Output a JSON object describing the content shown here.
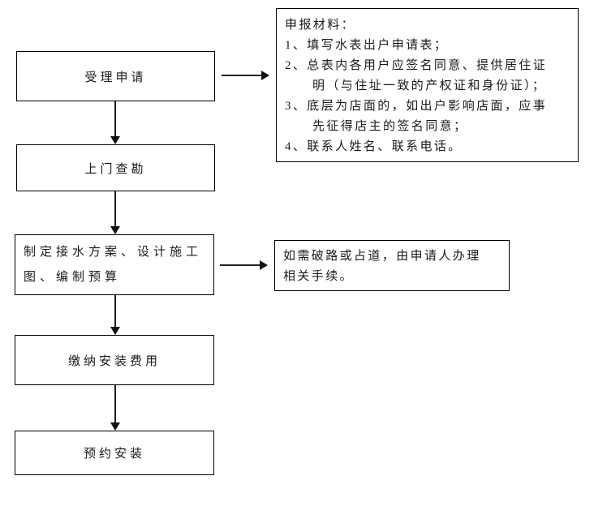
{
  "flow": {
    "steps": [
      {
        "id": "accept-application",
        "lines": [
          "受理申请"
        ]
      },
      {
        "id": "site-survey",
        "lines": [
          "上门查勘"
        ]
      },
      {
        "id": "plan-design-budget",
        "lines": [
          "制定接水方案、设计施工",
          "图、编制预算"
        ]
      },
      {
        "id": "pay-installation-fee",
        "lines": [
          "缴纳安装费用"
        ]
      },
      {
        "id": "schedule-installation",
        "lines": [
          "预约安装"
        ]
      }
    ],
    "notes": [
      {
        "id": "application-materials",
        "lines": [
          "申报材料：",
          "1、填写水表出户申请表；",
          "2、总表内各用户应签名同意、提供居住证",
          "明（与住址一致的产权证和身份证）；",
          "3、底层为店面的，如出户影响店面，应事",
          "先征得店主的签名同意；",
          "4、联系人姓名、联系电话。"
        ]
      },
      {
        "id": "road-occupation-permit",
        "lines": [
          "如需破路或占道，由申请人办理",
          "相关手续。"
        ]
      }
    ],
    "edges": [
      {
        "from": "accept-application",
        "to": "site-survey"
      },
      {
        "from": "site-survey",
        "to": "plan-design-budget"
      },
      {
        "from": "plan-design-budget",
        "to": "pay-installation-fee"
      },
      {
        "from": "pay-installation-fee",
        "to": "schedule-installation"
      },
      {
        "from": "accept-application",
        "to": "application-materials"
      },
      {
        "from": "plan-design-budget",
        "to": "road-occupation-permit"
      }
    ],
    "colors": {
      "line": "#222222",
      "text": "#1a1a1a",
      "background": "#ffffff"
    }
  }
}
